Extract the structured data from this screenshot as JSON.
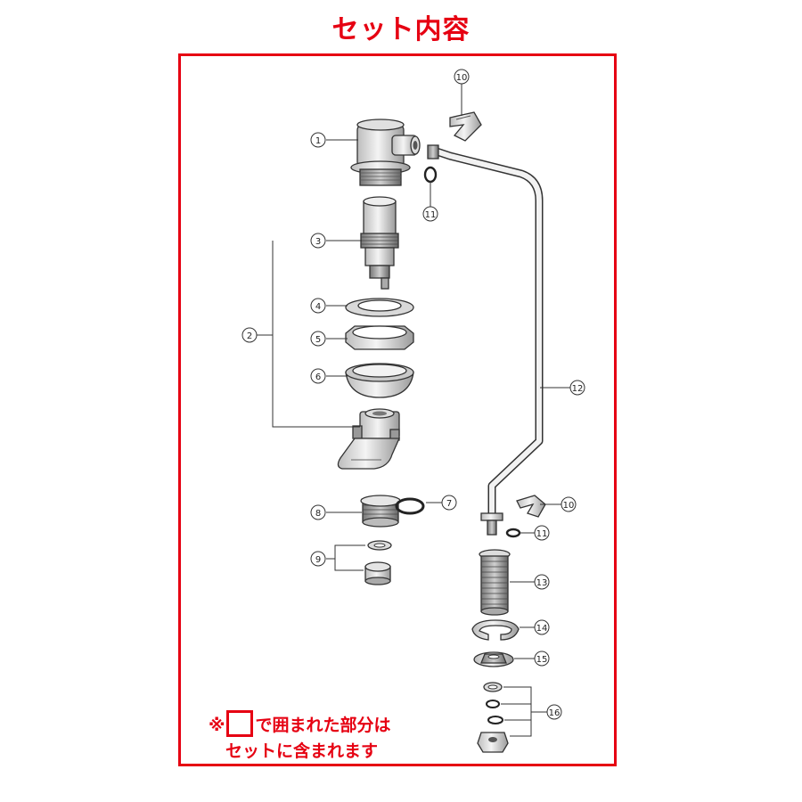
{
  "title": "セット内容",
  "note": {
    "mark": "※",
    "line1_after_box": "で囲まれた部分は",
    "line2": "セットに含まれます"
  },
  "callouts": [
    "1",
    "2",
    "3",
    "4",
    "5",
    "6",
    "7",
    "8",
    "9",
    "10",
    "11",
    "12",
    "13",
    "14",
    "15",
    "16"
  ],
  "colors": {
    "accent_red": "#e60012",
    "line": "#333333",
    "part_fill": "#e6e6e6"
  }
}
